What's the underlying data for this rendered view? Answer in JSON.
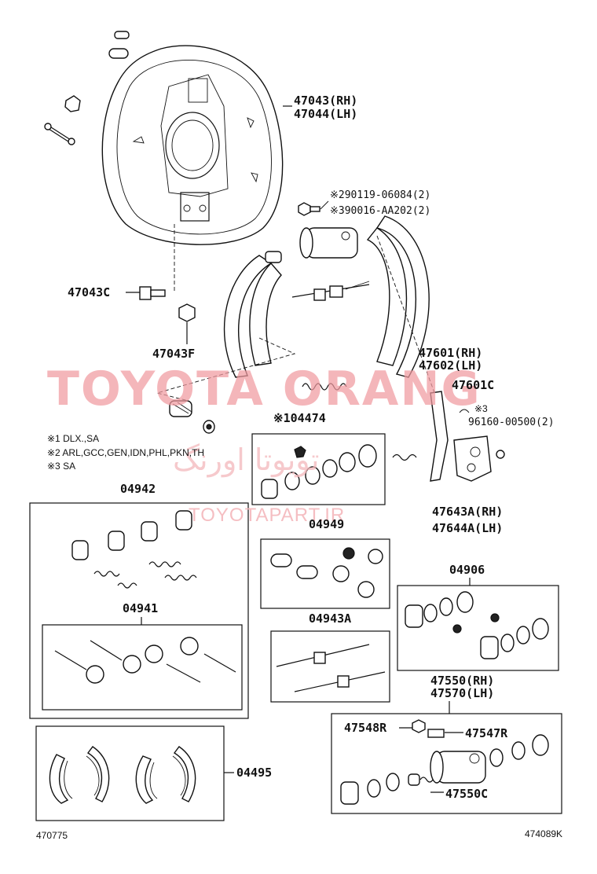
{
  "parts": {
    "backing_plate_rh": "47043(RH)",
    "backing_plate_lh": "47044(LH)",
    "bolt_note_2": "※290119-06084(2)",
    "bolt_note_3": "※390016-AA202(2)",
    "bolt": "47043C",
    "nut": "47043F",
    "shoe_rh": "47601(RH)",
    "shoe_lh": "47602(LH)",
    "shoe_c": "47601C",
    "clip_mark": "※3",
    "clip_part": "96160-00500(2)",
    "wheel_cyl_kit": "※104474",
    "lever_rh": "47643A(RH)",
    "lever_lh": "47644A(LH)",
    "spring_kit": "04942",
    "pin_kit": "04941",
    "cup_kit": "04949",
    "adjuster_kit": "04943A",
    "cylinder_kit": "04906",
    "cylinder_rh": "47550(RH)",
    "cylinder_lh": "47570(LH)",
    "bleeder_cap": "47548R",
    "bleeder": "47547R",
    "cyl_parts": "47550C",
    "shoe_set": "04495"
  },
  "notes": [
    "※1 DLX.,SA",
    "※2 ARL,GCC,GEN,IDN,PHL,PKN,TH",
    "※3 SA"
  ],
  "refs": {
    "left": "470775",
    "right": "474089K"
  },
  "watermark": {
    "brand": "TOYOTA ORANG",
    "persian": "تویوتا اورنگ",
    "url": "TOYOTAPART.IR"
  }
}
